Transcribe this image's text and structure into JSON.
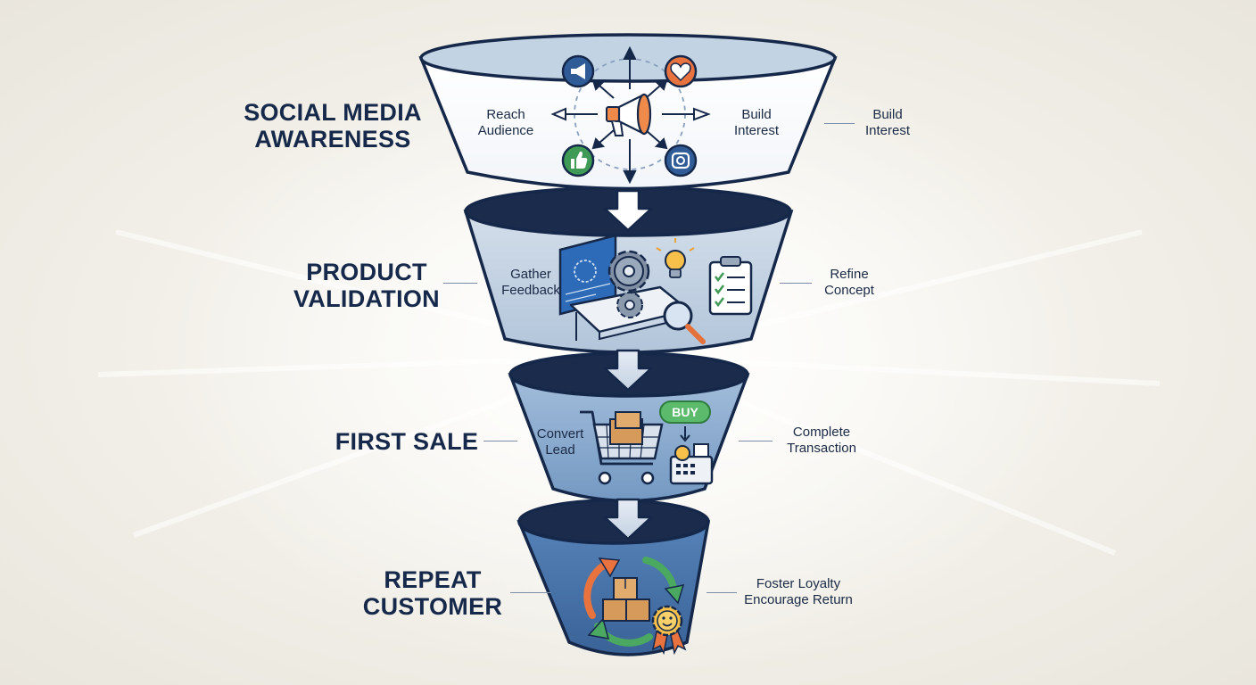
{
  "stages": [
    {
      "title_lines": [
        "SOCIAL MEDIA",
        "AWARENESS"
      ],
      "inner_left_lines": [
        "Reach",
        "Audience"
      ],
      "inner_right_lines": [
        "Build",
        "Interest"
      ],
      "outer_right_lines": [
        "Build",
        "Interest"
      ]
    },
    {
      "title_lines": [
        "PRODUCT",
        "VALIDATION"
      ],
      "inner_left_lines": [
        "Gather",
        "Feedback"
      ],
      "outer_right_lines": [
        "Refine",
        "Concept"
      ]
    },
    {
      "title_lines": [
        "FIRST SALE"
      ],
      "inner_left_lines": [
        "Convert",
        "Lead"
      ],
      "buy_label": "BUY",
      "outer_right_lines": [
        "Complete",
        "Transaction"
      ]
    },
    {
      "title_lines": [
        "REPEAT",
        "CUSTOMER"
      ],
      "outer_right_lines": [
        "Foster Loyalty",
        "Encourage Return"
      ]
    }
  ],
  "icons": [
    "megaphone-icon",
    "heart-icon",
    "thumbs-up-icon",
    "camera-icon",
    "blueprint-icon",
    "gear-icon",
    "lightbulb-icon",
    "clipboard-checklist-icon",
    "magnifier-icon",
    "shopping-cart-icon",
    "cash-register-icon",
    "cycle-arrows-icon",
    "boxes-icon",
    "award-medal-icon"
  ],
  "colors": {
    "title": "#16294a",
    "stage1_fill": "#ffffff",
    "stage2_fill": "#bfd0e2",
    "stage3_fill": "#87a9cf",
    "stage4_fill": "#3f6ea8",
    "outline": "#15284a"
  }
}
